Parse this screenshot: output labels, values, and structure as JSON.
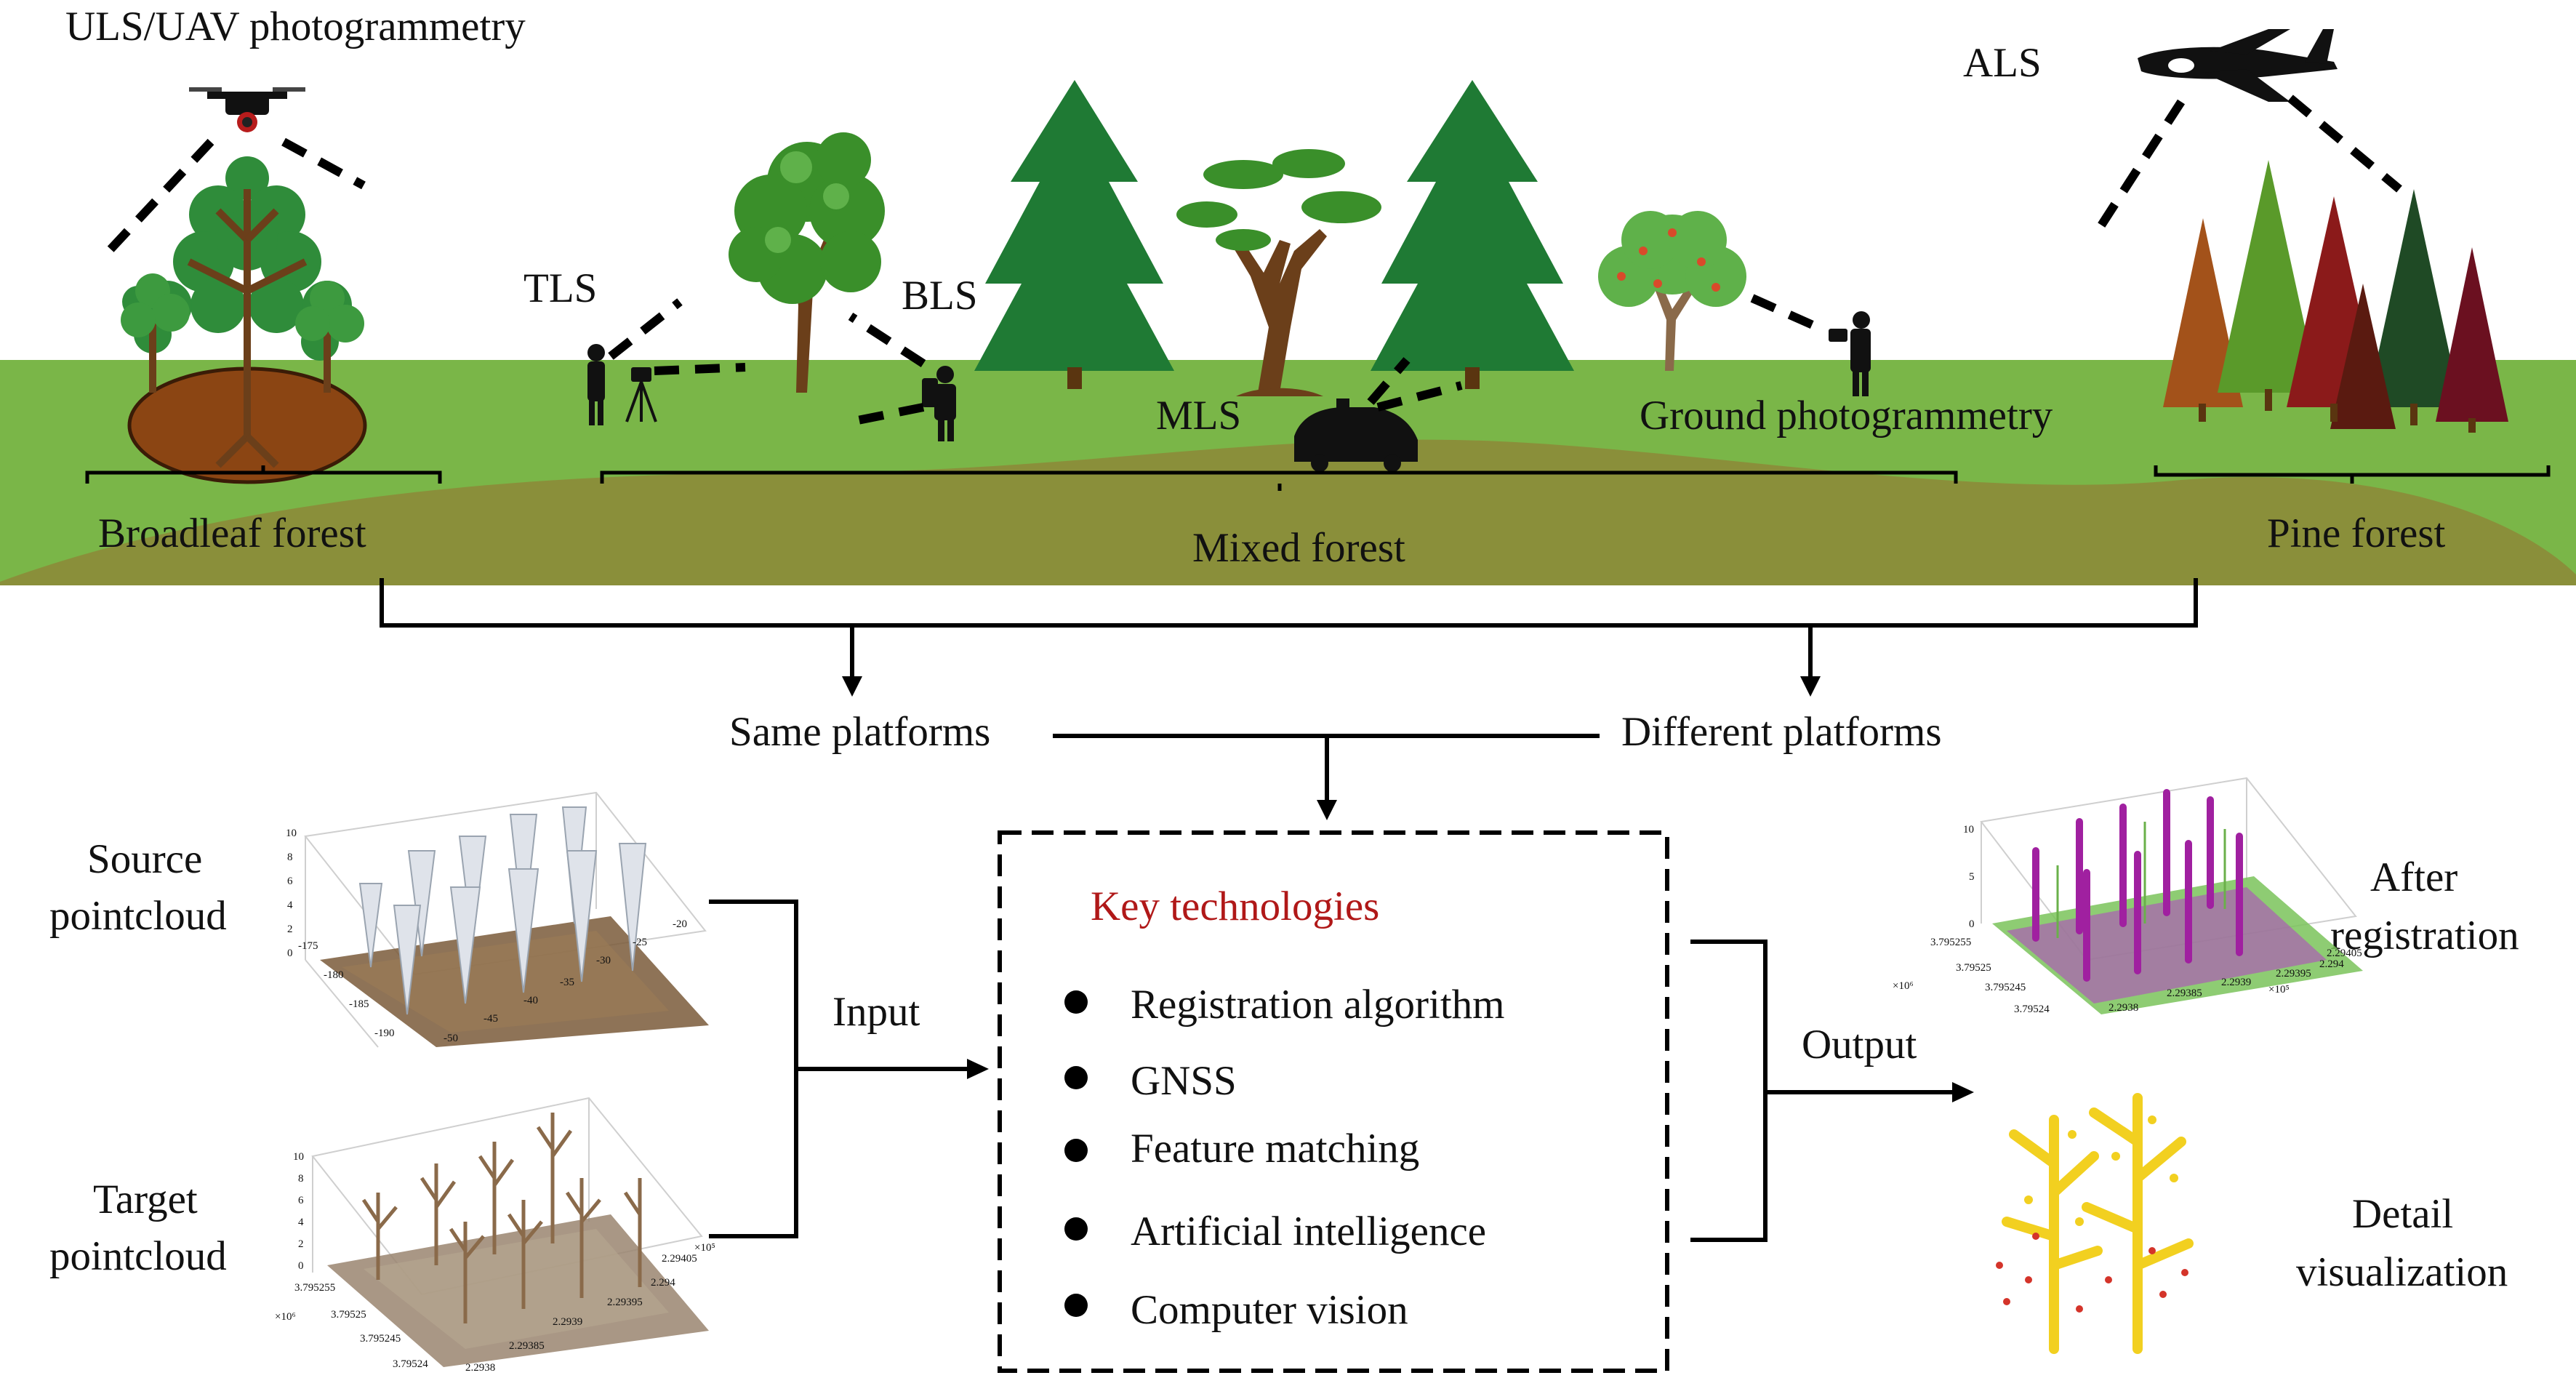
{
  "platforms": {
    "uls": "ULS/UAV photogrammetry",
    "tls": "TLS",
    "bls": "BLS",
    "mls": "MLS",
    "als": "ALS",
    "ground": "Ground photogrammetry"
  },
  "forests": {
    "broadleaf": "Broadleaf forest",
    "mixed": "Mixed forest",
    "pine": "Pine forest"
  },
  "flow": {
    "same": "Same platforms",
    "different": "Different platforms",
    "input": "Input",
    "output": "Output"
  },
  "pointclouds": {
    "source": [
      "Source",
      "pointcloud"
    ],
    "target": [
      "Target",
      "pointcloud"
    ]
  },
  "results": {
    "after": [
      "After",
      "registration"
    ],
    "detail": [
      "Detail",
      "visualization"
    ]
  },
  "key": {
    "title": "Key technologies",
    "items": [
      "Registration algorithm",
      "GNSS",
      "Feature matching",
      "Artificial intelligence",
      "Computer vision"
    ]
  },
  "plot_axes": {
    "source_z": [
      "10",
      "8",
      "6",
      "4",
      "2",
      "0"
    ],
    "source_x": [
      "-175",
      "-180",
      "-185",
      "-190"
    ],
    "source_y": [
      "-20",
      "-25",
      "-30",
      "-35",
      "-40",
      "-45",
      "-50"
    ],
    "target_z": [
      "10",
      "8",
      "6",
      "4",
      "2",
      "0"
    ],
    "target_x": [
      "3.795255",
      "3.79525",
      "3.795245",
      "3.79524"
    ],
    "target_y": [
      "2.29405",
      "2.294",
      "2.29395",
      "2.2939",
      "2.29385",
      "2.2938"
    ],
    "target_x_exp": "×10⁶",
    "target_y_exp": "×10⁵",
    "after_z": [
      "10",
      "5",
      "0"
    ],
    "after_x": [
      "3.795255",
      "3.79525",
      "3.795245",
      "3.79524"
    ],
    "after_y": [
      "2.29405",
      "2.294",
      "2.29395",
      "2.2939",
      "2.29385",
      "2.2938"
    ],
    "after_x_exp": "×10⁶",
    "after_y_exp": "×10⁵"
  },
  "colors": {
    "sky": "#ffffff",
    "grass": "#7ab648",
    "soil": "#8a8f3a",
    "key_title": "#b01818",
    "tree_dark": "#1f7a34",
    "tree_light": "#2e9a45",
    "trunk": "#6b3f1a"
  }
}
